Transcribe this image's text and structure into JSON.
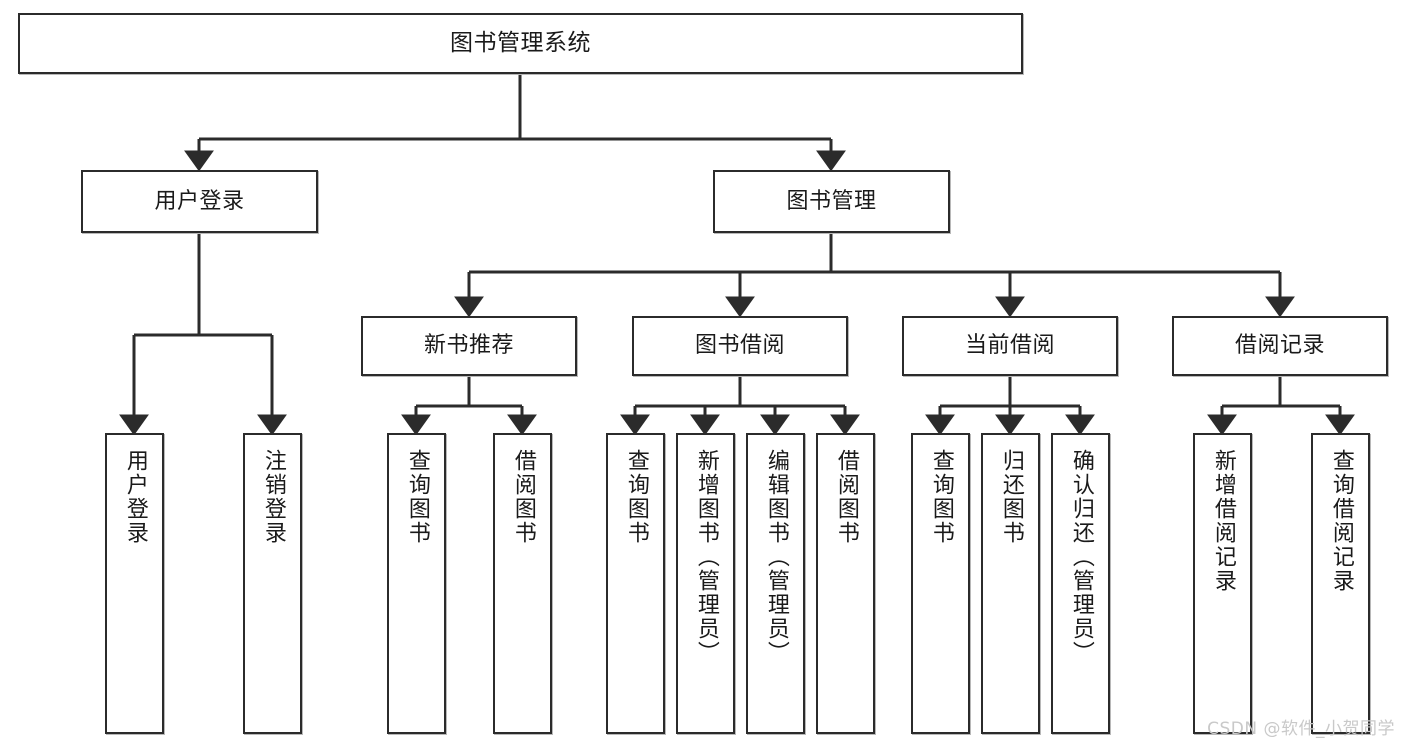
{
  "diagram": {
    "title": "图书管理系统",
    "watermark": "CSDN @软件_小贺同学",
    "line_color": "#2b2b2b",
    "box_fill": "#ffffff",
    "text_color": "#1a1a1a",
    "nodes": {
      "root": {
        "label": "图书管理系统"
      },
      "level2": {
        "user_login": {
          "label": "用户登录"
        },
        "book_manage": {
          "label": "图书管理"
        }
      },
      "level3": {
        "new_book_rec": {
          "label": "新书推荐"
        },
        "book_borrow": {
          "label": "图书借阅"
        },
        "current_borrow": {
          "label": "当前借阅"
        },
        "borrow_record": {
          "label": "借阅记录"
        }
      },
      "leaves": {
        "user_login_1": {
          "label": "用户登录"
        },
        "user_login_2": {
          "label": "注销登录"
        },
        "new_book_rec_1": {
          "label": "查询图书"
        },
        "new_book_rec_2": {
          "label": "借阅图书"
        },
        "book_borrow_1": {
          "label": "查询图书"
        },
        "book_borrow_2": {
          "label": "新增图书（管理员）"
        },
        "book_borrow_3": {
          "label": "编辑图书（管理员）"
        },
        "book_borrow_4": {
          "label": "借阅图书"
        },
        "current_borrow_1": {
          "label": "查询图书"
        },
        "current_borrow_2": {
          "label": "归还图书"
        },
        "current_borrow_3": {
          "label": "确认归还（管理员）"
        },
        "borrow_record_1": {
          "label": "新增借阅记录"
        },
        "borrow_record_2": {
          "label": "查询借阅记录"
        }
      }
    }
  },
  "chart_data": {
    "type": "tree-diagram",
    "title": "图书管理系统",
    "orientation": "top-down",
    "levels": 4,
    "tree": {
      "name": "图书管理系统",
      "children": [
        {
          "name": "用户登录",
          "children": [
            {
              "name": "用户登录"
            },
            {
              "name": "注销登录"
            }
          ]
        },
        {
          "name": "图书管理",
          "children": [
            {
              "name": "新书推荐",
              "children": [
                {
                  "name": "查询图书"
                },
                {
                  "name": "借阅图书"
                }
              ]
            },
            {
              "name": "图书借阅",
              "children": [
                {
                  "name": "查询图书"
                },
                {
                  "name": "新增图书（管理员）"
                },
                {
                  "name": "编辑图书（管理员）"
                },
                {
                  "name": "借阅图书"
                }
              ]
            },
            {
              "name": "当前借阅",
              "children": [
                {
                  "name": "查询图书"
                },
                {
                  "name": "归还图书"
                },
                {
                  "name": "确认归还（管理员）"
                }
              ]
            },
            {
              "name": "借阅记录",
              "children": [
                {
                  "name": "新增借阅记录"
                },
                {
                  "name": "查询借阅记录"
                }
              ]
            }
          ]
        }
      ]
    }
  }
}
